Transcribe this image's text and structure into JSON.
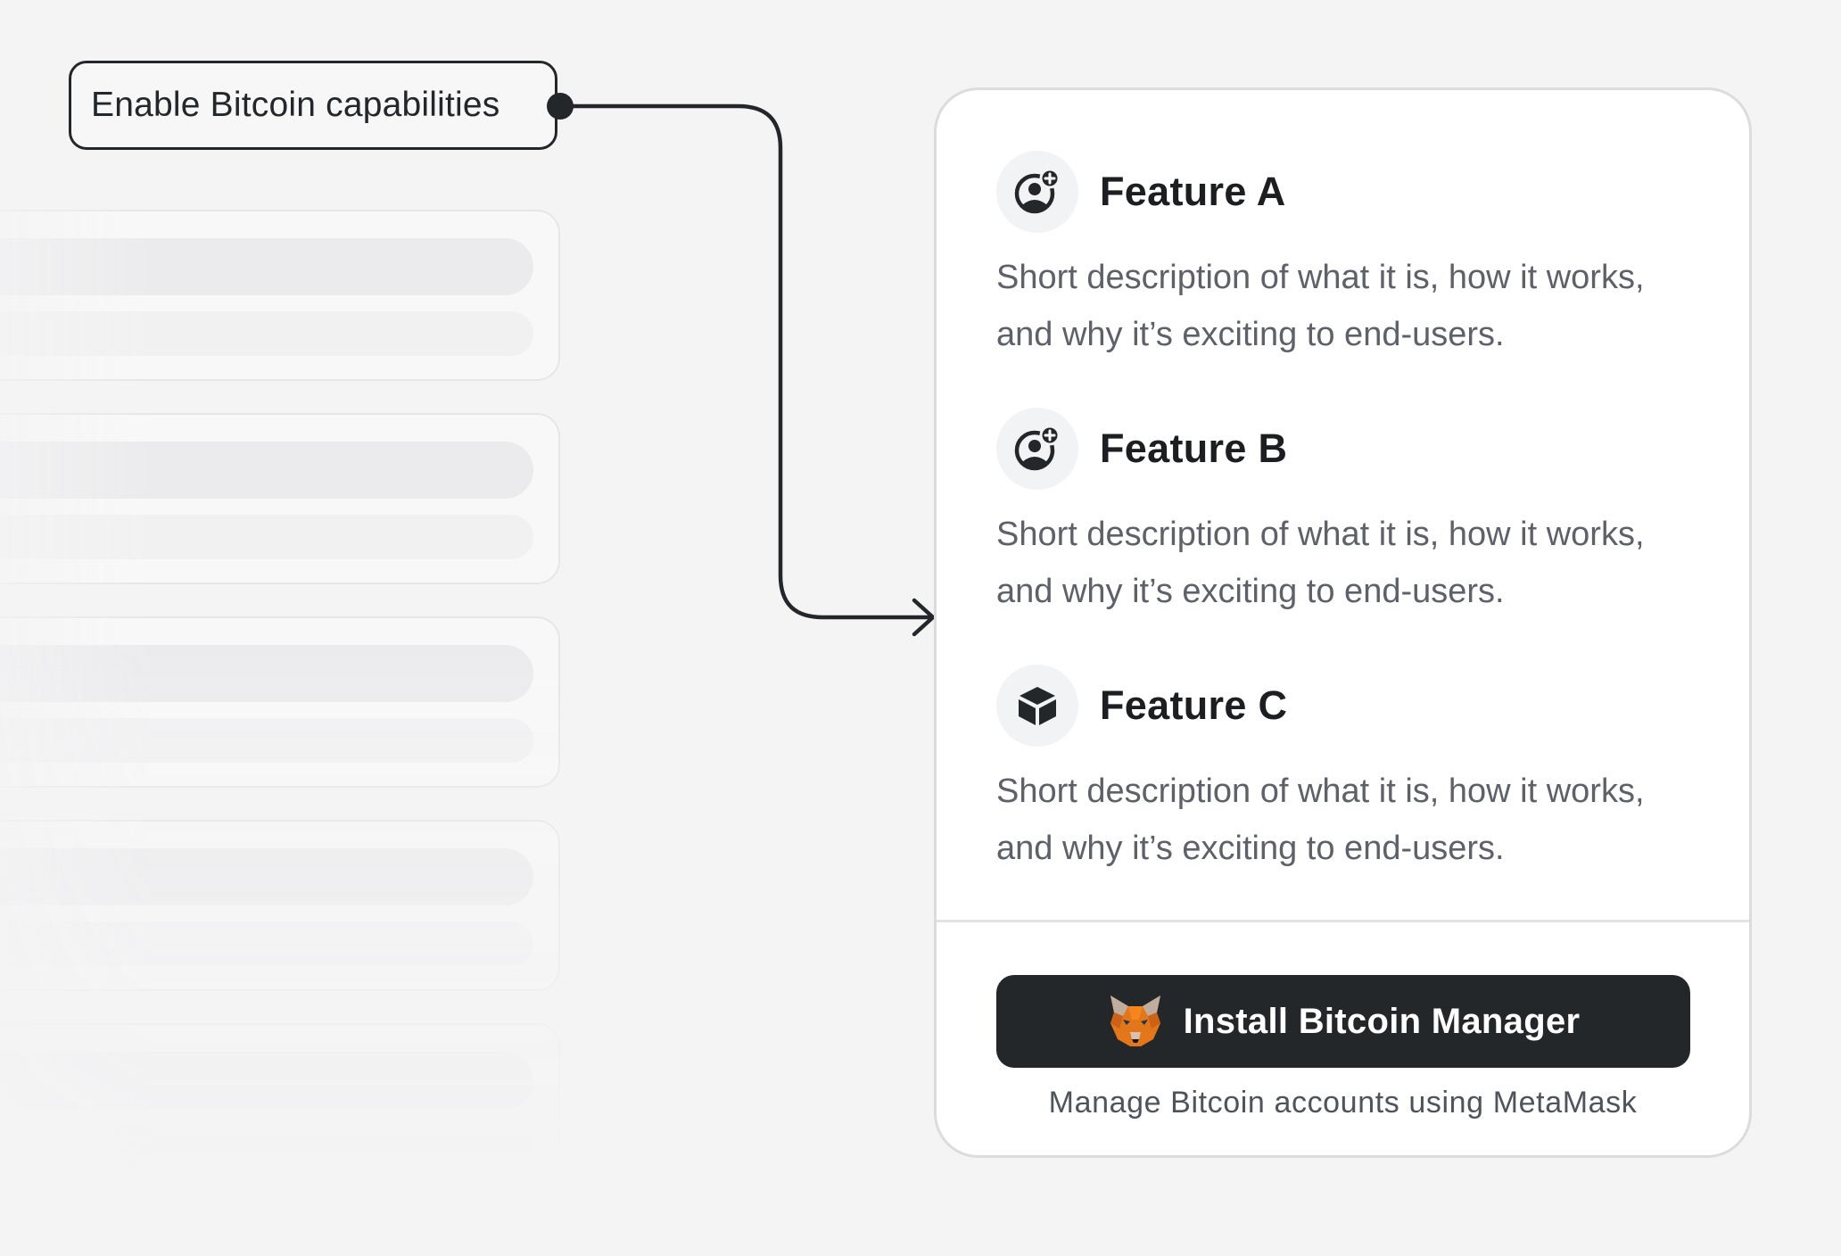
{
  "pill": {
    "label": "Enable Bitcoin capabilities"
  },
  "skeleton_cards": 5,
  "features": [
    {
      "title": "Feature A",
      "description": "Short description of what it is, how it works, and why it’s exciting to end-users.",
      "icon": "user-add-icon"
    },
    {
      "title": "Feature B",
      "description": "Short description of what it is, how it works, and why it’s exciting to end-users.",
      "icon": "user-add-icon"
    },
    {
      "title": "Feature C",
      "description": "Short description of what it is, how it works, and why it’s exciting to end-users.",
      "icon": "cube-icon"
    }
  ],
  "install": {
    "button_label": "Install Bitcoin Manager",
    "caption": "Manage Bitcoin accounts using MetaMask",
    "icon": "metamask-fox-icon"
  },
  "colors": {
    "background": "#f4f4f5",
    "card": "#ffffff",
    "button": "#24272a",
    "line": "#24272a",
    "text_primary": "#1c1e21",
    "text_secondary": "#5e6169",
    "fox_orange": "#f6851b"
  }
}
